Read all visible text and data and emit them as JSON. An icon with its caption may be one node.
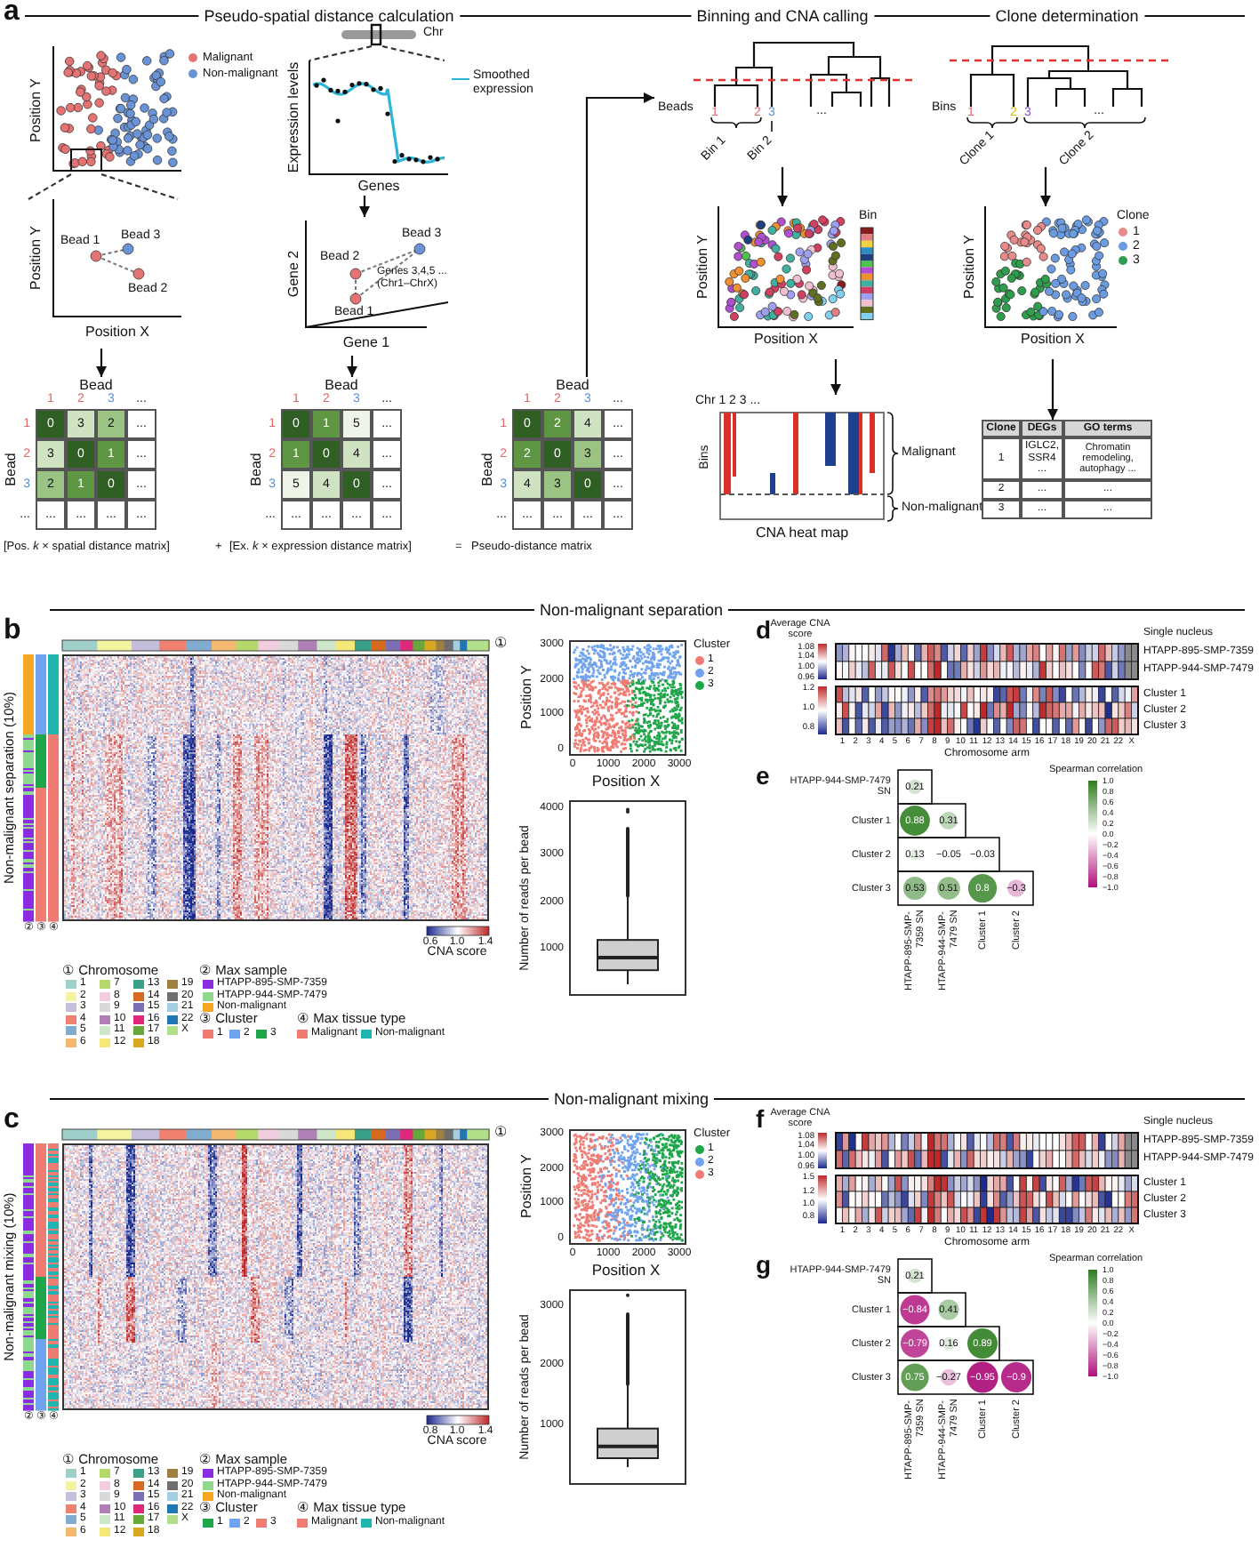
{
  "diagram": {
    "nodes": [
      {
        "text": [
          "Position Y"
        ]
      },
      {
        "text": [
          "Position Y",
          "Position X",
          "Bead 1",
          "Bead 3",
          "Bead 2"
        ]
      },
      {
        "text": [
          "Chr"
        ]
      },
      {
        "text": [
          "Expression levels",
          "Genes"
        ]
      },
      {
        "text": [
          "Gene 2",
          "Bead 3",
          "Bead 2",
          "Bead 1",
          "Genes 3,4,5 ... (Chr1–ChrX)",
          "Gene 1"
        ]
      },
      {
        "text": [
          "Bead",
          "Bead",
          "1",
          "2",
          "3",
          "...",
          "1",
          "2",
          "3",
          "...",
          "0",
          "3",
          "2",
          "...",
          "3",
          "0",
          "1",
          "...",
          "2",
          "1",
          "0",
          "...",
          "...",
          "...",
          "...",
          "..."
        ]
      },
      {
        "text": [
          "Bead",
          "Bead",
          "1",
          "2",
          "3",
          "...",
          "1",
          "2",
          "3",
          "...",
          "0",
          "1",
          "5",
          "...",
          "1",
          "0",
          "4",
          "...",
          "5",
          "4",
          "0",
          "...",
          "...",
          "...",
          "...",
          "..."
        ]
      },
      {
        "text": [
          "Bead",
          "Bead",
          "1",
          "2",
          "3",
          "...",
          "1",
          "2",
          "3",
          "...",
          "0",
          "2",
          "4",
          "...",
          "2",
          "0",
          "3",
          "...",
          "4",
          "3",
          "0",
          "...",
          "...",
          "...",
          "...",
          "..."
        ]
      },
      {
        "text": [
          "Beads",
          "1",
          "2",
          "3",
          "...",
          "Bin 1",
          "Bin 2"
        ]
      },
      {
        "text": [
          "Position Y",
          "Position X",
          "Bin"
        ]
      },
      {
        "text": [
          "Chr 1 2 3 ...",
          "Bins",
          "Malignant",
          "Non-malignant",
          "CNA heat map"
        ]
      },
      {
        "text": [
          "Bins",
          "1",
          "2",
          "3",
          "...",
          "Clone 1",
          "Clone 2"
        ]
      },
      {
        "text": [
          "Position Y",
          "Position X",
          "Clone"
        ]
      },
      {
        "text": [
          "Clone",
          "DEGs",
          "GO terms",
          "1",
          "IGLC2, SSR4 ...",
          "Chromatin remodeling, autophagy ...",
          "2",
          "...",
          "...",
          "3",
          "...",
          "..."
        ]
      }
    ],
    "edges": [
      {
        "from": 0,
        "to": 1,
        "arrow": "none",
        "style": "dashed"
      },
      {
        "from": 0,
        "to": 1,
        "arrow": "none",
        "style": "dashed"
      },
      {
        "from": 2,
        "to": 3,
        "arrow": "none",
        "style": "dashed"
      },
      {
        "from": 2,
        "to": 3,
        "arrow": "none",
        "style": "dashed"
      },
      {
        "from": 1,
        "to": 5,
        "arrow": "to"
      },
      {
        "from": 3,
        "to": 4,
        "arrow": "to"
      },
      {
        "from": 4,
        "to": 6,
        "arrow": "to"
      },
      {
        "from": 7,
        "to": 8,
        "arrow": "to"
      },
      {
        "from": 8,
        "to": 9,
        "arrow": "to"
      },
      {
        "from": 9,
        "to": 10,
        "arrow": "to"
      },
      {
        "from": 11,
        "to": 12,
        "arrow": "to"
      },
      {
        "from": 12,
        "to": 13,
        "arrow": "to"
      }
    ],
    "labels": [
      "a",
      "Pseudo-spatial distance calculation",
      "Binning and CNA calling",
      "Clone determination",
      "[Pos. *k* × spatial distance matrix]",
      "+",
      "[Ex. *k* × expression distance matrix]",
      "=",
      "Pseudo-distance matrix",
      "b",
      "Non-malignant separation",
      "①",
      "Non-malignant separation (10%)",
      "②",
      "③",
      "④",
      "0.6",
      "1.0",
      "1.4",
      "CNA score",
      "① Chromosome",
      "② Max sample",
      "③ Cluster",
      "④ Max tissue type",
      "Position Y",
      "3000",
      "2000",
      "1000",
      "0",
      "0",
      "1000",
      "2000",
      "3000",
      "Position X",
      "Cluster",
      "Number of reads per bead",
      "4000",
      "3000",
      "2000",
      "1000",
      "d",
      "Average CNA score",
      "1.08",
      "1.04",
      "1.00",
      "0.96",
      "1.2",
      "1.0",
      "0.8",
      "Single nucleus",
      "HTAPP-895-SMP-7359",
      "HTAPP-944-SMP-7479",
      "Cluster 1",
      "Cluster 2",
      "Cluster 3",
      "1",
      "2",
      "3",
      "4",
      "5",
      "6",
      "7",
      "8",
      "9",
      "10",
      "11",
      "12",
      "13",
      "14",
      "15",
      "16",
      "17",
      "18",
      "19",
      "20",
      "21",
      "22",
      "X",
      "Chromosome arm",
      "e",
      "HTAPP-944-SMP-7479 SN",
      "Cluster 1",
      "Cluster 2",
      "Cluster 3",
      "0.21",
      "0.88",
      "0.31",
      "0.13",
      "−0.05",
      "−0.03",
      "0.53",
      "0.51",
      "0.8",
      "−0.3",
      "HTAPP-895-SMP-7359 SN",
      "HTAPP-944-SMP-7479 SN",
      "Cluster 1",
      "Cluster 2",
      "Spearman correlation",
      "1.0",
      "0.8",
      "0.6",
      "0.4",
      "0.2",
      "0.0",
      "−0.2",
      "−0.4",
      "−0.6",
      "−0.8",
      "−1.0",
      "c",
      "Non-malignant mixing",
      "①",
      "Non-malignant mixing (10%)",
      "②",
      "③",
      "④",
      "0.8",
      "1.0",
      "1.4",
      "CNA score",
      "① Chromosome",
      "② Max sample",
      "③ Cluster",
      "④ Max tissue type",
      "Position Y",
      "3000",
      "2000",
      "1000",
      "0",
      "0",
      "1000",
      "2000",
      "3000",
      "Position X",
      "Cluster",
      "Number of reads per bead",
      "3000",
      "2000",
      "1000",
      "f",
      "Average CNA score",
      "1.08",
      "1.04",
      "1.00",
      "0.96",
      "1.5",
      "1.2",
      "1.0",
      "0.8",
      "Single nucleus",
      "HTAPP-895-SMP-7359",
      "HTAPP-944-SMP-7479",
      "Cluster 1",
      "Cluster 2",
      "Cluster 3",
      "1",
      "2",
      "3",
      "4",
      "5",
      "6",
      "7",
      "8",
      "9",
      "10",
      "11",
      "12",
      "13",
      "14",
      "15",
      "16",
      "17",
      "18",
      "19",
      "20",
      "21",
      "22",
      "X",
      "Chromosome arm",
      "g",
      "HTAPP-944-SMP-7479 SN",
      "Cluster 1",
      "Cluster 2",
      "Cluster 3",
      "0.21",
      "−0.84",
      "0.41",
      "−0.79",
      "0.16",
      "0.89",
      "0.75",
      "−0.27",
      "−0.95",
      "−0.9",
      "HTAPP-895-SMP-7359 SN",
      "HTAPP-944-SMP-7479 SN",
      "Cluster 1",
      "Cluster 2",
      "Spearman correlation",
      "1.0",
      "0.8",
      "0.6",
      "0.4",
      "0.2",
      "0.0",
      "−0.2",
      "−0.4",
      "−0.6",
      "−0.8",
      "−1.0"
    ],
    "legend": [
      {
        "text": "Malignant",
        "color": "#e57373"
      },
      {
        "text": "Non-malignant",
        "color": "#6a93d6"
      },
      {
        "text": "Smoothed expression"
      },
      {
        "text": "1",
        "color": "#e88a8a"
      },
      {
        "text": "2",
        "color": "#6b9be0"
      },
      {
        "text": "3",
        "color": "#2e9e4e"
      },
      {
        "text": "1",
        "color": "#9ecfc9"
      },
      {
        "text": "2",
        "color": "#f3f3a0"
      },
      {
        "text": "3",
        "color": "#c5bedb"
      },
      {
        "text": "4",
        "color": "#f08070"
      },
      {
        "text": "5",
        "color": "#80acd0"
      },
      {
        "text": "6",
        "color": "#f5b870"
      },
      {
        "text": "7",
        "color": "#b5d86a"
      },
      {
        "text": "8",
        "color": "#f2cde0"
      },
      {
        "text": "9",
        "color": "#d9d9d9"
      },
      {
        "text": "10",
        "color": "#b07fb5"
      },
      {
        "text": "11",
        "color": "#cde8c8"
      },
      {
        "text": "12",
        "color": "#f5e878"
      },
      {
        "text": "13",
        "color": "#3aa08a"
      },
      {
        "text": "14",
        "color": "#d86a20"
      },
      {
        "text": "15",
        "color": "#7d6fb5"
      },
      {
        "text": "16",
        "color": "#e0287a"
      },
      {
        "text": "17",
        "color": "#66a83a"
      },
      {
        "text": "18",
        "color": "#d8a820"
      },
      {
        "text": "19",
        "color": "#a08040"
      },
      {
        "text": "20",
        "color": "#6e6e6e"
      },
      {
        "text": "21",
        "color": "#a6cee3"
      },
      {
        "text": "22",
        "color": "#1f78b4"
      },
      {
        "text": "X",
        "color": "#b2df8a"
      },
      {
        "text": "HTAPP-895-SMP-7359",
        "color": "#8b2be2"
      },
      {
        "text": "HTAPP-944-SMP-7479",
        "color": "#90d890"
      },
      {
        "text": "Non-malignant",
        "color": "#f5a623"
      },
      {
        "text": "1",
        "color": "#f07b72"
      },
      {
        "text": "2",
        "color": "#6fa3ef"
      },
      {
        "text": "3",
        "color": "#1fa64a"
      },
      {
        "text": "Malignant",
        "color": "#f07b72"
      },
      {
        "text": "Non-malignant",
        "color": "#1fb5b0"
      },
      {
        "text": "1",
        "color": "#f07b72"
      },
      {
        "text": "2",
        "color": "#6fa3ef"
      },
      {
        "text": "3",
        "color": "#1fa64a"
      },
      {
        "text": "1",
        "color": "#9ecfc9"
      },
      {
        "text": "2",
        "color": "#f3f3a0"
      },
      {
        "text": "3",
        "color": "#c5bedb"
      },
      {
        "text": "4",
        "color": "#f08070"
      },
      {
        "text": "5",
        "color": "#80acd0"
      },
      {
        "text": "6",
        "color": "#f5b870"
      },
      {
        "text": "7",
        "color": "#b5d86a"
      },
      {
        "text": "8",
        "color": "#f2cde0"
      },
      {
        "text": "9",
        "color": "#d9d9d9"
      },
      {
        "text": "10",
        "color": "#b07fb5"
      },
      {
        "text": "11",
        "color": "#cde8c8"
      },
      {
        "text": "12",
        "color": "#f5e878"
      },
      {
        "text": "13",
        "color": "#3aa08a"
      },
      {
        "text": "14",
        "color": "#d86a20"
      },
      {
        "text": "15",
        "color": "#7d6fb5"
      },
      {
        "text": "16",
        "color": "#e0287a"
      },
      {
        "text": "17",
        "color": "#66a83a"
      },
      {
        "text": "18",
        "color": "#d8a820"
      },
      {
        "text": "19",
        "color": "#a08040"
      },
      {
        "text": "20",
        "color": "#6e6e6e"
      },
      {
        "text": "21",
        "color": "#a6cee3"
      },
      {
        "text": "22",
        "color": "#1f78b4"
      },
      {
        "text": "X",
        "color": "#b2df8a"
      },
      {
        "text": "HTAPP-895-SMP-7359",
        "color": "#8b2be2"
      },
      {
        "text": "HTAPP-944-SMP-7479",
        "color": "#90d890"
      },
      {
        "text": "Non-malignant",
        "color": "#f5a623"
      },
      {
        "text": "1",
        "color": "#1fa64a"
      },
      {
        "text": "2",
        "color": "#6fa3ef"
      },
      {
        "text": "3",
        "color": "#f07b72"
      },
      {
        "text": "Malignant",
        "color": "#f07b72"
      },
      {
        "text": "Non-malignant",
        "color": "#1fb5b0"
      },
      {
        "text": "1",
        "color": "#1fa64a"
      },
      {
        "text": "2",
        "color": "#6fa3ef"
      },
      {
        "text": "3",
        "color": "#f07b72"
      }
    ]
  }
}
